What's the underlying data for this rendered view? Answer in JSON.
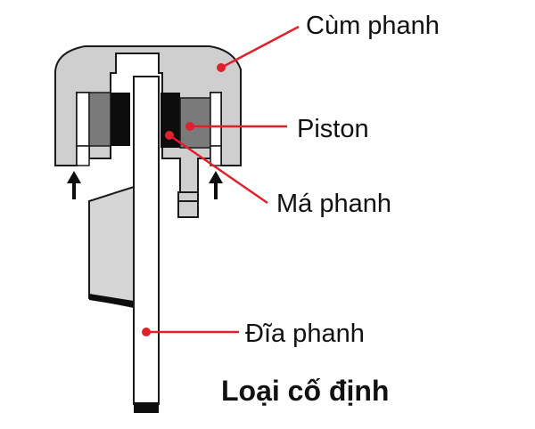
{
  "labels": {
    "caliper": "Cùm phanh",
    "piston": "Piston",
    "pad": "Má phanh",
    "disc": "Đĩa phanh"
  },
  "title": "Loại cố định",
  "colors": {
    "body": "#cfcfcf",
    "outline": "#1a1a1a",
    "piston_dark": "#7a7a7a",
    "pad": "#0d0d0d",
    "leader": "#e0212b",
    "background": "#ffffff"
  }
}
